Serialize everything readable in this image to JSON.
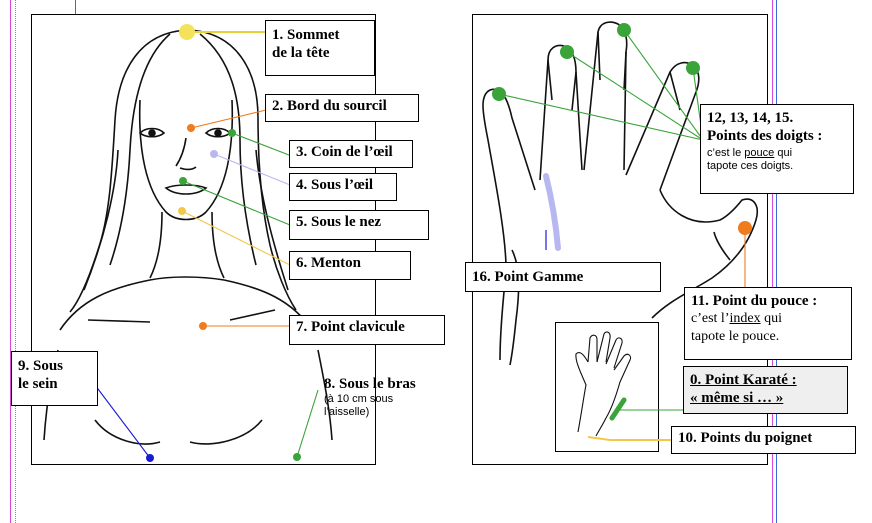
{
  "labels": {
    "l1": {
      "line1": "1. Sommet",
      "line2": "de la tête"
    },
    "l2": "2. Bord du sourcil",
    "l3": "3. Coin de l’œil",
    "l4": "4. Sous l’œil",
    "l5": "5. Sous le nez",
    "l6": "6. Menton",
    "l7": "7. Point clavicule",
    "l8": {
      "title": "8. Sous le bras",
      "note1": "(à 10 cm sous",
      "note2": "l’aisselle)"
    },
    "l9": {
      "line1": "9. Sous",
      "line2": "le sein"
    },
    "l0": {
      "line1": "0. Point Karaté :",
      "line2": "« même si … »"
    },
    "l10": "10. Points du poignet",
    "l11": {
      "title": "11. Point du pouce :",
      "pre": "c’est l’",
      "word": "index",
      "post": " qui",
      "line3": "tapote le pouce."
    },
    "l12": {
      "title1": "12, 13, 14, 15.",
      "title2": "Points des doigts :",
      "pre": "c’est le ",
      "word": "pouce",
      "post": " qui",
      "line3": "tapote ces doigts."
    },
    "l16": "16. Point Gamme"
  },
  "colors": {
    "yellow": "#f3e25a",
    "orange": "#f07c1e",
    "green": "#3aa33a",
    "lavender": "#c8c8f0",
    "blue": "#1a1ad2",
    "guide_magenta": "#d84ad8",
    "guide_blue": "#3a6ad8"
  }
}
